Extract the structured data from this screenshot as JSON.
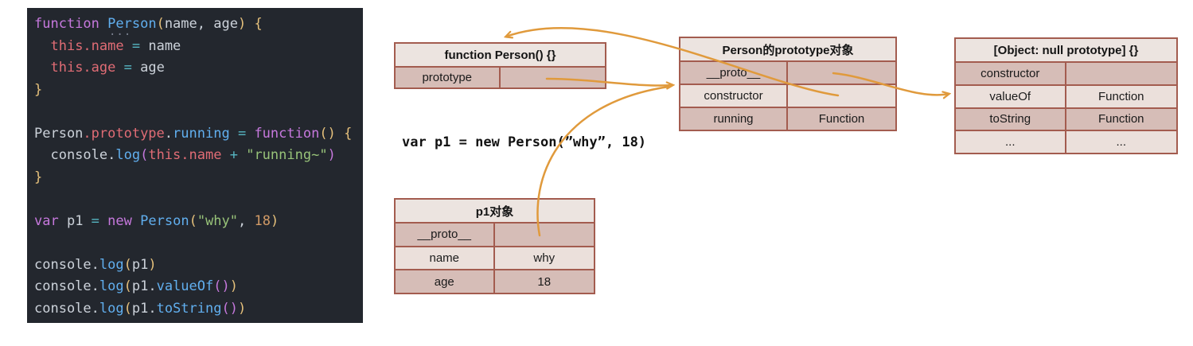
{
  "colors": {
    "arrow": "#e09a3c",
    "table_border": "#a35c4f",
    "table_header_bg": "#ece4e0",
    "table_row_dark": "#d6bdb7",
    "table_row_light": "#ebe0db",
    "code_background": "#23272e",
    "code_keyword": "#c678dd",
    "code_function": "#61afef",
    "code_property": "#e06c75",
    "code_operator": "#56b6c2",
    "code_string": "#98c379",
    "code_number": "#d19a66",
    "code_bracket": "#e5c07b"
  },
  "code_panel": {
    "inlay_hint": "···",
    "lines": [
      {
        "tokens": [
          {
            "t": "function",
            "c": "kw"
          },
          {
            "t": " "
          },
          {
            "t": "Person",
            "c": "fn"
          },
          {
            "t": "(",
            "c": "b1"
          },
          {
            "t": "name, age"
          },
          {
            "t": ")",
            "c": "b1"
          },
          {
            "t": " "
          },
          {
            "t": "{",
            "c": "b1"
          }
        ]
      },
      {
        "tokens": [
          {
            "t": "  "
          },
          {
            "t": "this.name",
            "c": "prop"
          },
          {
            "t": " "
          },
          {
            "t": "=",
            "c": "op"
          },
          {
            "t": " name"
          }
        ]
      },
      {
        "tokens": [
          {
            "t": "  "
          },
          {
            "t": "this.age",
            "c": "prop"
          },
          {
            "t": " "
          },
          {
            "t": "=",
            "c": "op"
          },
          {
            "t": " age"
          }
        ]
      },
      {
        "tokens": [
          {
            "t": "}",
            "c": "b1"
          }
        ]
      },
      {
        "tokens": []
      },
      {
        "tokens": [
          {
            "t": "Person"
          },
          {
            "t": ".prototype",
            "c": "prop"
          },
          {
            "t": "."
          },
          {
            "t": "running",
            "c": "fn"
          },
          {
            "t": " "
          },
          {
            "t": "=",
            "c": "op"
          },
          {
            "t": " "
          },
          {
            "t": "function",
            "c": "kw"
          },
          {
            "t": "()",
            "c": "b1"
          },
          {
            "t": " "
          },
          {
            "t": "{",
            "c": "b1"
          }
        ]
      },
      {
        "tokens": [
          {
            "t": "  console."
          },
          {
            "t": "log",
            "c": "fn"
          },
          {
            "t": "(",
            "c": "b2"
          },
          {
            "t": "this.name",
            "c": "prop"
          },
          {
            "t": " "
          },
          {
            "t": "+",
            "c": "op"
          },
          {
            "t": " "
          },
          {
            "t": "\"running~\"",
            "c": "str"
          },
          {
            "t": ")",
            "c": "b2"
          }
        ]
      },
      {
        "tokens": [
          {
            "t": "}",
            "c": "b1"
          }
        ]
      },
      {
        "tokens": []
      },
      {
        "tokens": [
          {
            "t": "var",
            "c": "kw"
          },
          {
            "t": " p1 "
          },
          {
            "t": "=",
            "c": "op"
          },
          {
            "t": " "
          },
          {
            "t": "new",
            "c": "kw"
          },
          {
            "t": " "
          },
          {
            "t": "Person",
            "c": "fn"
          },
          {
            "t": "(",
            "c": "b1"
          },
          {
            "t": "\"why\"",
            "c": "str"
          },
          {
            "t": ", "
          },
          {
            "t": "18",
            "c": "num"
          },
          {
            "t": ")",
            "c": "b1"
          }
        ]
      },
      {
        "tokens": []
      },
      {
        "tokens": [
          {
            "t": "console."
          },
          {
            "t": "log",
            "c": "fn"
          },
          {
            "t": "(",
            "c": "b1"
          },
          {
            "t": "p1"
          },
          {
            "t": ")",
            "c": "b1"
          }
        ]
      },
      {
        "tokens": [
          {
            "t": "console."
          },
          {
            "t": "log",
            "c": "fn"
          },
          {
            "t": "(",
            "c": "b1"
          },
          {
            "t": "p1."
          },
          {
            "t": "valueOf",
            "c": "fn"
          },
          {
            "t": "()",
            "c": "b2"
          },
          {
            "t": ")",
            "c": "b1"
          }
        ]
      },
      {
        "tokens": [
          {
            "t": "console."
          },
          {
            "t": "log",
            "c": "fn"
          },
          {
            "t": "(",
            "c": "b1"
          },
          {
            "t": "p1."
          },
          {
            "t": "toString",
            "c": "fn"
          },
          {
            "t": "()",
            "c": "b2"
          },
          {
            "t": ")",
            "c": "b1"
          }
        ]
      }
    ]
  },
  "annotation": {
    "text": "var p1 = new Person(”why”, 18)"
  },
  "tables": [
    {
      "title": "function Person() {}",
      "rows": [
        {
          "label": "prototype",
          "value": ""
        }
      ]
    },
    {
      "title": "Person的prototype对象",
      "rows": [
        {
          "label": "__proto__",
          "value": ""
        },
        {
          "label": "constructor",
          "value": ""
        },
        {
          "label": "running",
          "value": "Function"
        }
      ]
    },
    {
      "title": "[Object: null prototype] {}",
      "rows": [
        {
          "label": "constructor",
          "value": ""
        },
        {
          "label": "valueOf",
          "value": "Function"
        },
        {
          "label": "toString",
          "value": "Function"
        },
        {
          "label": "...",
          "value": "..."
        }
      ]
    },
    {
      "title": "p1对象",
      "rows": [
        {
          "label": "__proto__",
          "value": ""
        },
        {
          "label": "name",
          "value": "why"
        },
        {
          "label": "age",
          "value": "18"
        }
      ]
    }
  ]
}
